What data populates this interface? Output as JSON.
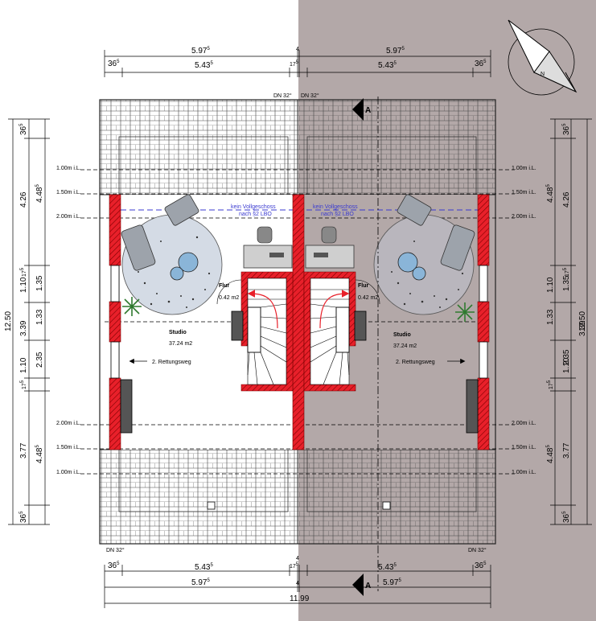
{
  "colors": {
    "wall_red": "#e8202a",
    "shade": "#b3a8a8",
    "roof_line": "#333333",
    "lbo_line": "#3a3ad0",
    "arrow_red": "#e8202a"
  },
  "dims_top": {
    "left_total": "5.97",
    "left_total_sup": "5",
    "right_total": "5.97",
    "right_total_sup": "5",
    "mid_wall": "4",
    "left_a": "36",
    "left_a_sup": "5",
    "left_b": "5.43",
    "left_b_sup": "5",
    "mid_a": "17",
    "mid_a_sup": "5",
    "right_b": "5.43",
    "right_b_sup": "5",
    "right_a": "36",
    "right_a_sup": "5"
  },
  "dims_bottom": {
    "left_a": "36",
    "left_a_sup": "5",
    "left_b": "5.43",
    "left_b_sup": "5",
    "mid_a": "17",
    "mid_a_sup": "5",
    "mid_wall": "4",
    "right_b": "5.43",
    "right_b_sup": "5",
    "right_a": "36",
    "right_a_sup": "5",
    "left_total": "5.97",
    "left_total_sup": "5",
    "right_total": "5.97",
    "right_total_sup": "5",
    "overall": "11.99"
  },
  "dims_left": {
    "total": "12.50",
    "inner_total": "2.35",
    "top_a": "36",
    "top_a_sup": "5",
    "b": "4.26",
    "b_outer": "4.48",
    "b_outer_sup": "5",
    "c": "17",
    "c_sup": "5",
    "d": "1.10",
    "d_outer": "1.35",
    "e": "3.39",
    "e_inner": "1.33",
    "f": "1.10",
    "g": "17",
    "g_sup": "5",
    "h": "3.77",
    "h_outer": "4.48",
    "h_outer_sup": "5",
    "bot_a": "36",
    "bot_a_sup": "5"
  },
  "dims_right": {
    "total": "12.50",
    "inner_total": "2.35",
    "top_a": "36",
    "top_a_sup": "5",
    "b": "4.26",
    "b_outer": "4.48",
    "b_outer_sup": "5",
    "c": "17",
    "c_sup": "5",
    "d": "1.10",
    "d_outer": "1.35",
    "e": "3.39",
    "e_inner": "1.33",
    "f": "1.10",
    "g": "17",
    "g_sup": "5",
    "h": "3.77",
    "h_outer": "4.48",
    "h_outer_sup": "5",
    "bot_a": "36",
    "bot_a_sup": "5"
  },
  "height_lines": {
    "l100": "1.00m i.L.",
    "l150": "1.50m i.L.",
    "l200": "2.00m i.L."
  },
  "roof": {
    "pitch_top_left": "DN 32°",
    "pitch_top_right": "DN 32°",
    "pitch_bottom_left": "DN 32°",
    "pitch_bottom_right": "DN 32°"
  },
  "section_marker": {
    "letter": "A"
  },
  "rooms": {
    "studio_label": "Studio",
    "studio_area_left": "37.24 m2",
    "studio_area_right": "37.24 m2",
    "flur_label": "Flur",
    "flur_area_left": "0.42 m2",
    "flur_area_right": "0.42 m2",
    "escape_left": "2. Rettungsweg",
    "escape_right": "2. Rettungsweg",
    "lbo_note_line1": "kein Vollgeschoss",
    "lbo_note_line2": "nach §2 LBO"
  }
}
